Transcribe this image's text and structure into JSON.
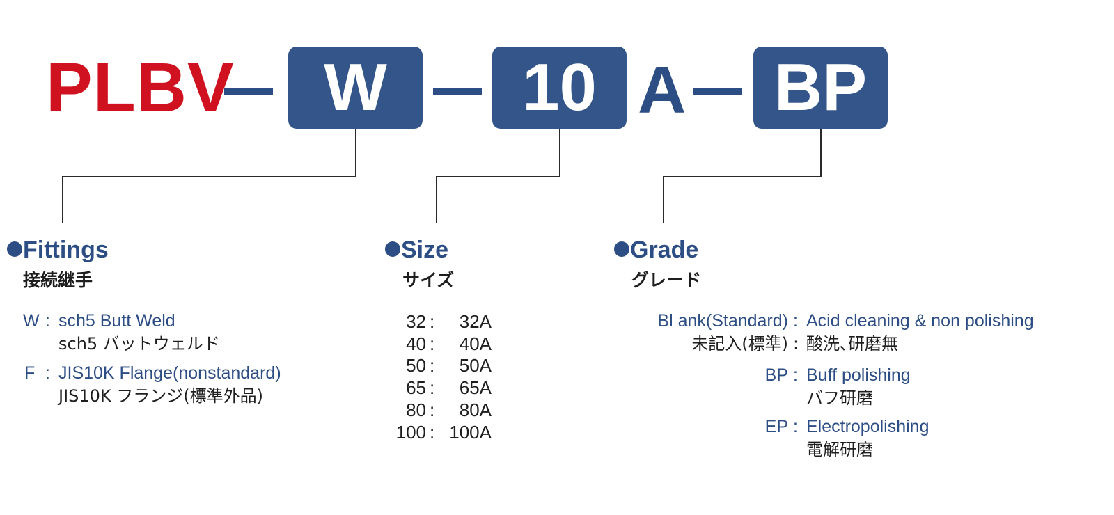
{
  "colors": {
    "prefix": "#d0111f",
    "box": "#34558a",
    "accent_text": "#2d4e84",
    "suffix_letter": "#2d4e84",
    "dark": "#1e1e1e"
  },
  "code": {
    "prefix": "PLBV",
    "fittings_code": "W",
    "size_code": "10",
    "letter": "A",
    "grade_code": "BP"
  },
  "fittings": {
    "title": "Fittings",
    "jp": "接続継手",
    "items": [
      {
        "key": "W",
        "sep": ":",
        "en": "sch5 Butt Weld",
        "jp": "sch5 バットウェルド"
      },
      {
        "key": "F",
        "sep": ":",
        "en": "JIS10K Flange(nonstandard)",
        "jp": "JIS10K フランジ(標準外品)"
      }
    ]
  },
  "size": {
    "title": "Size",
    "jp": "サイズ",
    "rows": [
      {
        "code": "32",
        "sep": ":",
        "value": "32A"
      },
      {
        "code": "40",
        "sep": ":",
        "value": "40A"
      },
      {
        "code": "50",
        "sep": ":",
        "value": "50A"
      },
      {
        "code": "65",
        "sep": ":",
        "value": "65A"
      },
      {
        "code": "80",
        "sep": ":",
        "value": "80A"
      },
      {
        "code": "100",
        "sep": ":",
        "value": "100A"
      }
    ]
  },
  "grade": {
    "title": "Grade",
    "jp": "グレード",
    "items": [
      {
        "key": "Bl ank(Standard)",
        "sep": ":",
        "en": "Acid cleaning & non polishing",
        "jp_key": "未記入(標準)",
        "jp": "酸洗､研磨無"
      },
      {
        "key": "BP",
        "sep": ":",
        "en": "Buff polishing",
        "jp": "バフ研磨"
      },
      {
        "key": "EP",
        "sep": ":",
        "en": "Electropolishing",
        "jp": "電解研磨"
      }
    ]
  }
}
